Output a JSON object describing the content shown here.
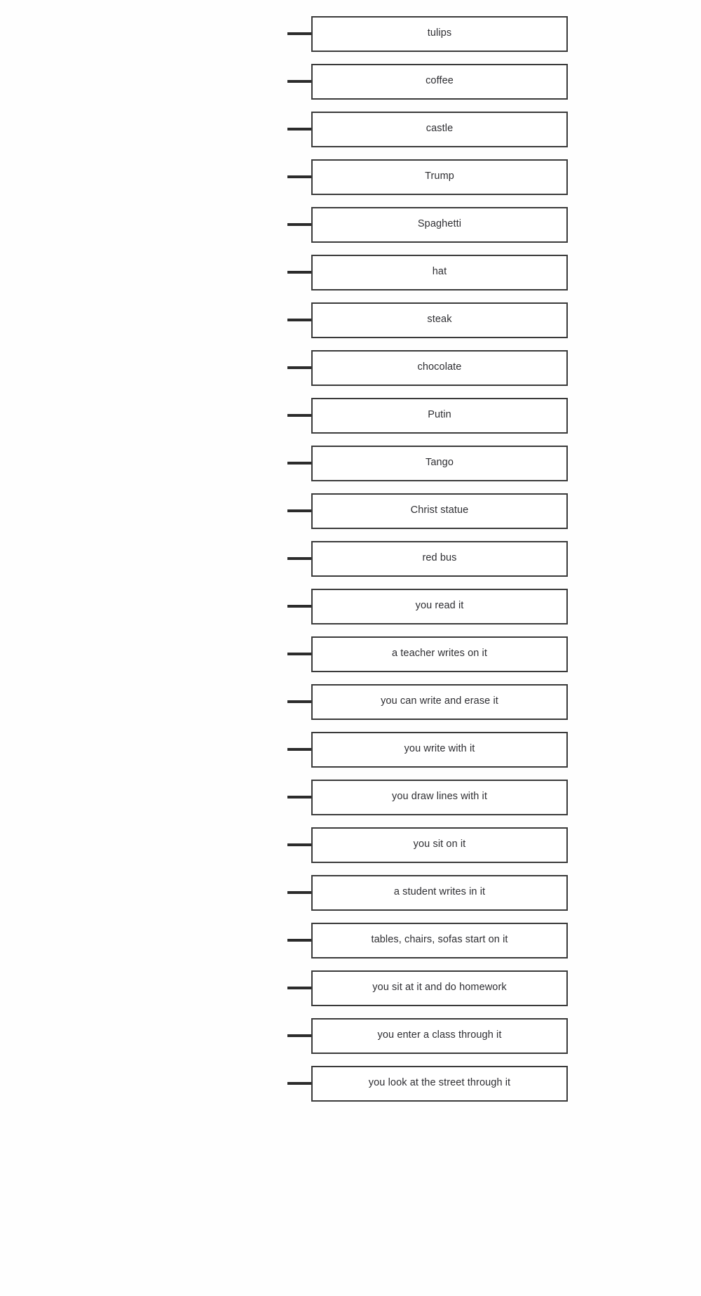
{
  "diagram": {
    "type": "mind-map-branch-list",
    "orientation": "vertical",
    "node_count": 24,
    "colors": {
      "page_background": "#fefefe",
      "box_fill": "#ffffff",
      "box_border": "#3a3a3a",
      "connector": "#2b2b2b",
      "text": "#2e2e32"
    },
    "nodes": [
      {
        "label": "tulips"
      },
      {
        "label": "coffee"
      },
      {
        "label": "castle"
      },
      {
        "label": "Trump"
      },
      {
        "label": "Spaghetti"
      },
      {
        "label": "hat"
      },
      {
        "label": "steak"
      },
      {
        "label": "chocolate"
      },
      {
        "label": "Putin"
      },
      {
        "label": "Tango"
      },
      {
        "label": "Christ statue"
      },
      {
        "label": "red bus"
      },
      {
        "label": "you read it"
      },
      {
        "label": "a teacher writes on it"
      },
      {
        "label": "you can write and erase it"
      },
      {
        "label": "you write with it"
      },
      {
        "label": "you draw lines with it"
      },
      {
        "label": "you sit on it"
      },
      {
        "label": "a student writes in it"
      },
      {
        "label": "tables, chairs, sofas start on it"
      },
      {
        "label": "you sit at it and do homework"
      },
      {
        "label": "you enter a class through it"
      },
      {
        "label": "you look at the street through it"
      }
    ],
    "icons": {
      "connector": "horizontal-branch-line-icon"
    }
  }
}
